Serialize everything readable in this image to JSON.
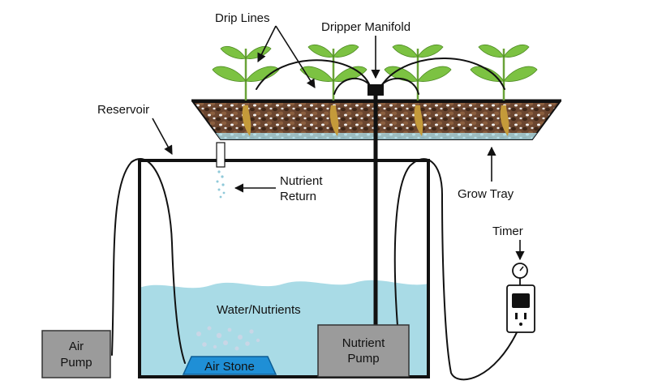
{
  "labels": {
    "drip_lines": "Drip Lines",
    "dripper_manifold": "Dripper Manifold",
    "reservoir": "Reservoir",
    "nutrient_return_1": "Nutrient",
    "nutrient_return_2": "Return",
    "grow_tray": "Grow Tray",
    "timer": "Timer",
    "water_nutrients": "Water/Nutrients",
    "air_pump_1": "Air",
    "air_pump_2": "Pump",
    "nutrient_pump_1": "Nutrient",
    "nutrient_pump_2": "Pump",
    "air_stone": "Air Stone"
  },
  "colors": {
    "water": "#a9dbe6",
    "air_stone": "#1f8fd6",
    "pump_box": "#9b9b9b",
    "soil": "#5a3b26",
    "leaf": "#7cc242",
    "root": "#c49a3a",
    "stroke": "#111111"
  }
}
